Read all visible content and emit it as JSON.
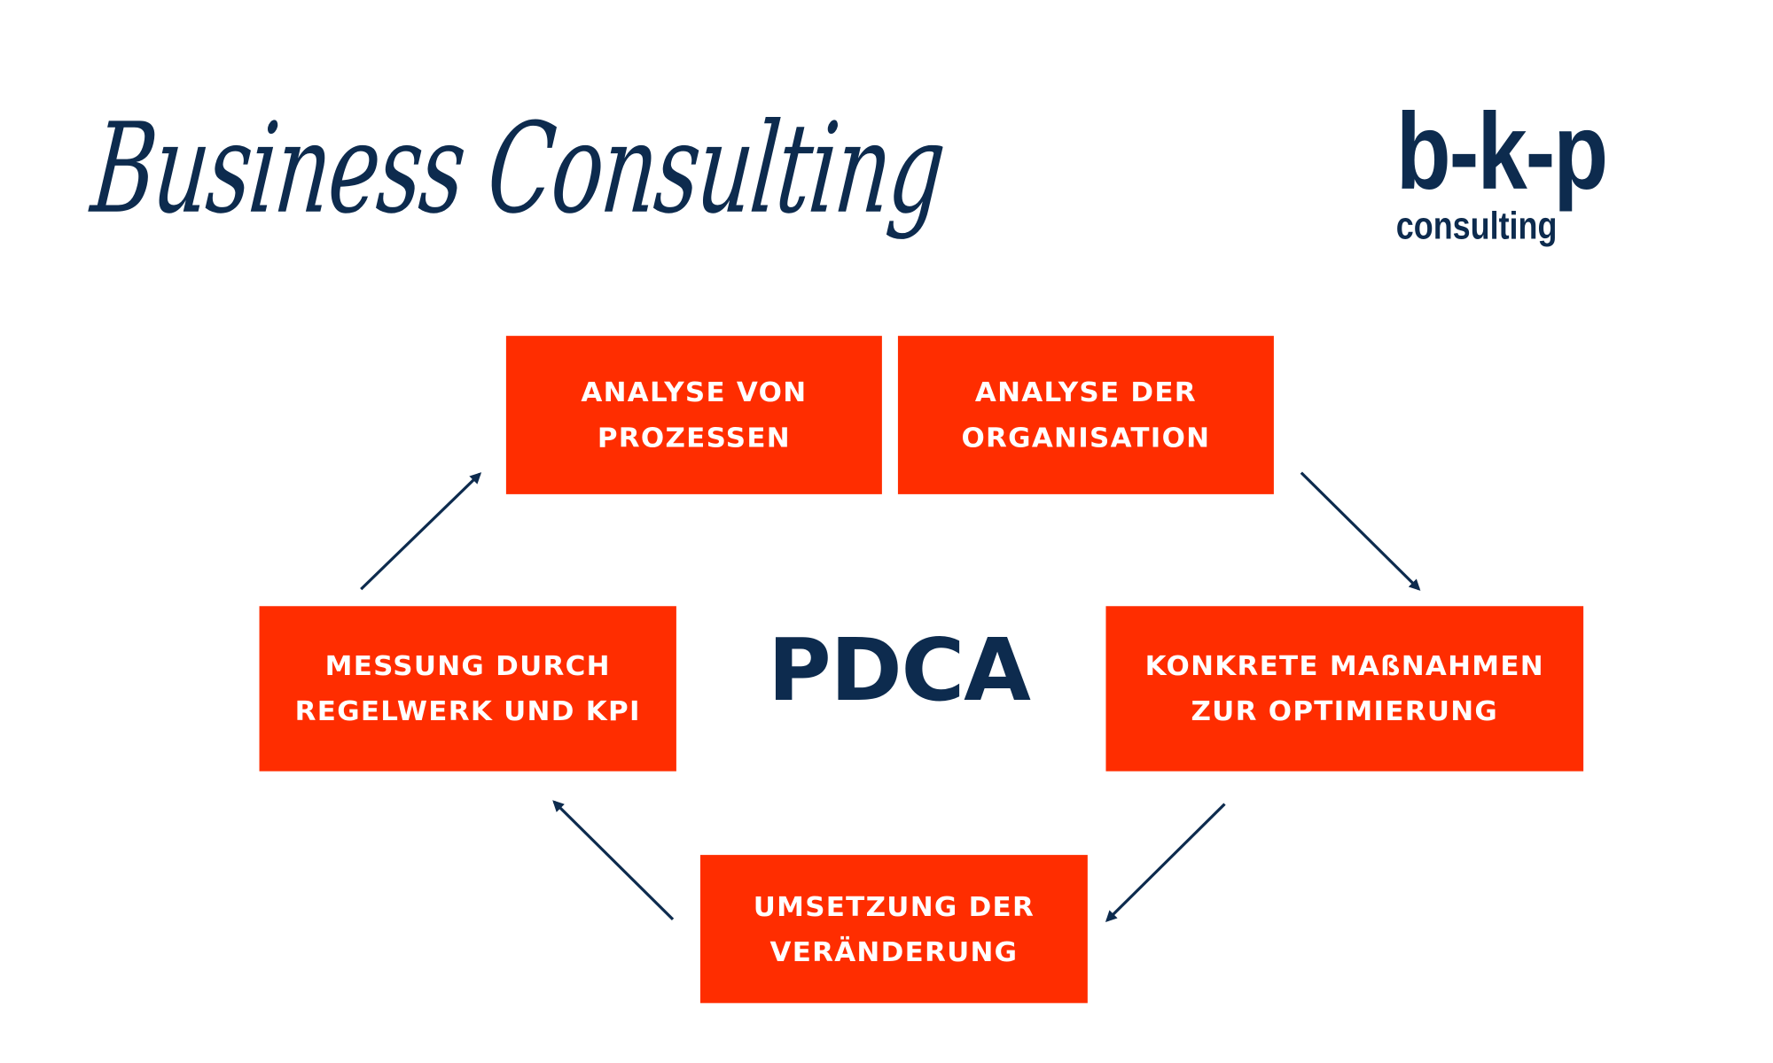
{
  "title": "Business Consulting",
  "logo": {
    "main": "b-k-p",
    "sub": "consulting"
  },
  "center_label": "PDCA",
  "steps": [
    {
      "line1": "ANALYSE VON",
      "line2": "PROZESSEN"
    },
    {
      "line1": "ANALYSE DER",
      "line2": "ORGANISATION"
    },
    {
      "line1": "KONKRETE MAßNAHMEN",
      "line2": "ZUR OPTIMIERUNG"
    },
    {
      "line1": "UMSETZUNG DER",
      "line2": "VERÄNDERUNG"
    },
    {
      "line1": "MESSUNG DURCH",
      "line2": "REGELWERK UND KPI"
    }
  ],
  "colors": {
    "box": "#ff2d00",
    "navy": "#0d2b4e"
  }
}
